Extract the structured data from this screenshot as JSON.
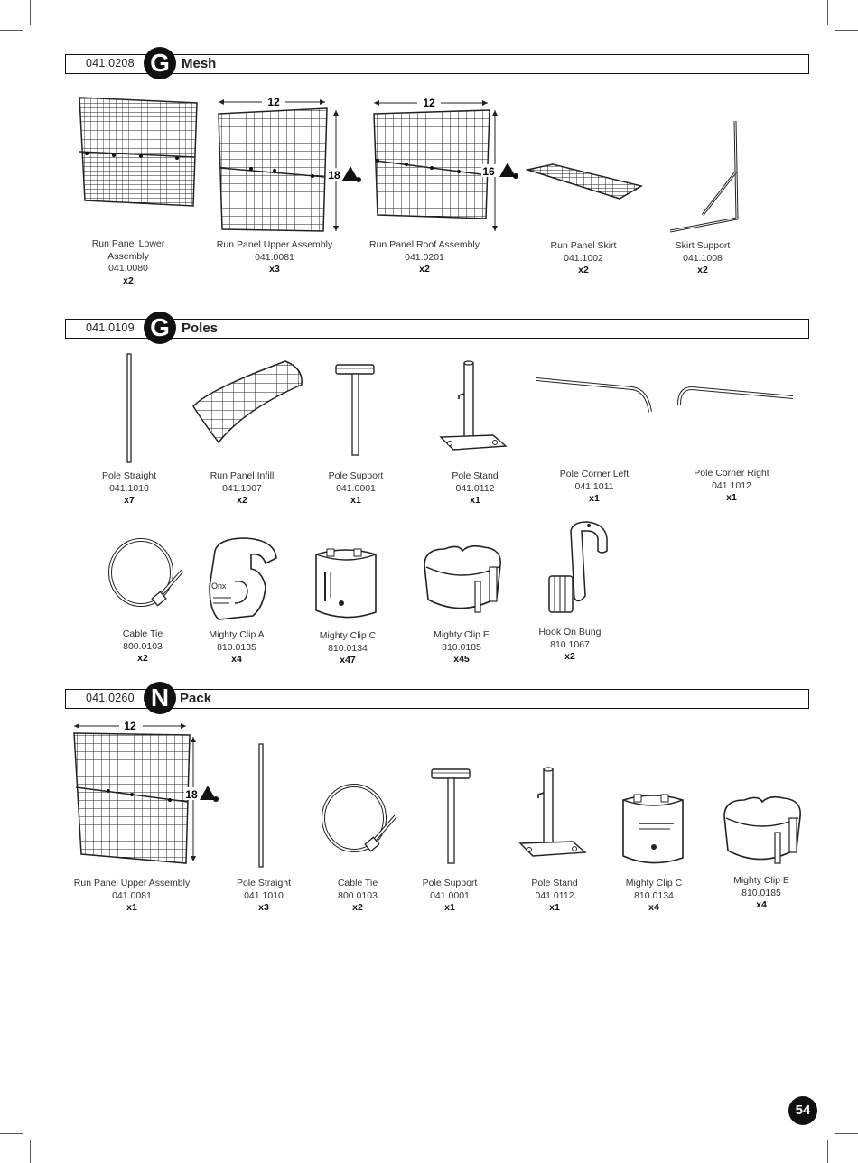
{
  "page_number": "54",
  "sections": [
    {
      "code": "041.0208",
      "badge": "G",
      "title": "Mesh",
      "items": [
        {
          "name_line1": "Run Panel Lower",
          "name_line2": "Assembly",
          "code": "041.0080",
          "qty": "x2"
        },
        {
          "name_line1": "Run Panel Upper Assembly",
          "code": "041.0081",
          "qty": "x3",
          "dim_w": "12",
          "dim_h": "18"
        },
        {
          "name_line1": "Run Panel Roof Assembly",
          "code": "041.0201",
          "qty": "x2",
          "dim_w": "12",
          "dim_h": "16"
        },
        {
          "name_line1": "Run Panel Skirt",
          "code": "041.1002",
          "qty": "x2"
        },
        {
          "name_line1": "Skirt Support",
          "code": "041.1008",
          "qty": "x2"
        }
      ]
    },
    {
      "code": "041.0109",
      "badge": "G",
      "title": "Poles",
      "items": [
        {
          "name_line1": "Pole Straight",
          "code": "041.1010",
          "qty": "x7"
        },
        {
          "name_line1": "Run Panel Infill",
          "code": "041.1007",
          "qty": "x2"
        },
        {
          "name_line1": "Pole Support",
          "code": "041.0001",
          "qty": "x1"
        },
        {
          "name_line1": "Pole Stand",
          "code": "041.0112",
          "qty": "x1"
        },
        {
          "name_line1": "Pole Corner Left",
          "code": "041.1011",
          "qty": "x1"
        },
        {
          "name_line1": "Pole Corner Right",
          "code": "041.1012",
          "qty": "x1"
        },
        {
          "name_line1": "Cable Tie",
          "code": "800.0103",
          "qty": "x2"
        },
        {
          "name_line1": "Mighty Clip A",
          "code": "810.0135",
          "qty": "x4"
        },
        {
          "name_line1": "Mighty Clip C",
          "code": "810.0134",
          "qty": "x47"
        },
        {
          "name_line1": "Mighty Clip E",
          "code": "810.0185",
          "qty": "x45"
        },
        {
          "name_line1": "Hook On Bung",
          "code": "810.1067",
          "qty": "x2"
        }
      ]
    },
    {
      "code": "041.0260",
      "badge": "N",
      "title": "Pack",
      "items": [
        {
          "name_line1": "Run Panel Upper Assembly",
          "code": "041.0081",
          "qty": "x1",
          "dim_w": "12",
          "dim_h": "18"
        },
        {
          "name_line1": "Pole Straight",
          "code": "041.1010",
          "qty": "x3"
        },
        {
          "name_line1": "Cable Tie",
          "code": "800.0103",
          "qty": "x2"
        },
        {
          "name_line1": "Pole Support",
          "code": "041.0001",
          "qty": "x1"
        },
        {
          "name_line1": "Pole Stand",
          "code": "041.0112",
          "qty": "x1"
        },
        {
          "name_line1": "Mighty Clip C",
          "code": "810.0134",
          "qty": "x4"
        },
        {
          "name_line1": "Mighty Clip E",
          "code": "810.0185",
          "qty": "x4"
        }
      ]
    }
  ]
}
